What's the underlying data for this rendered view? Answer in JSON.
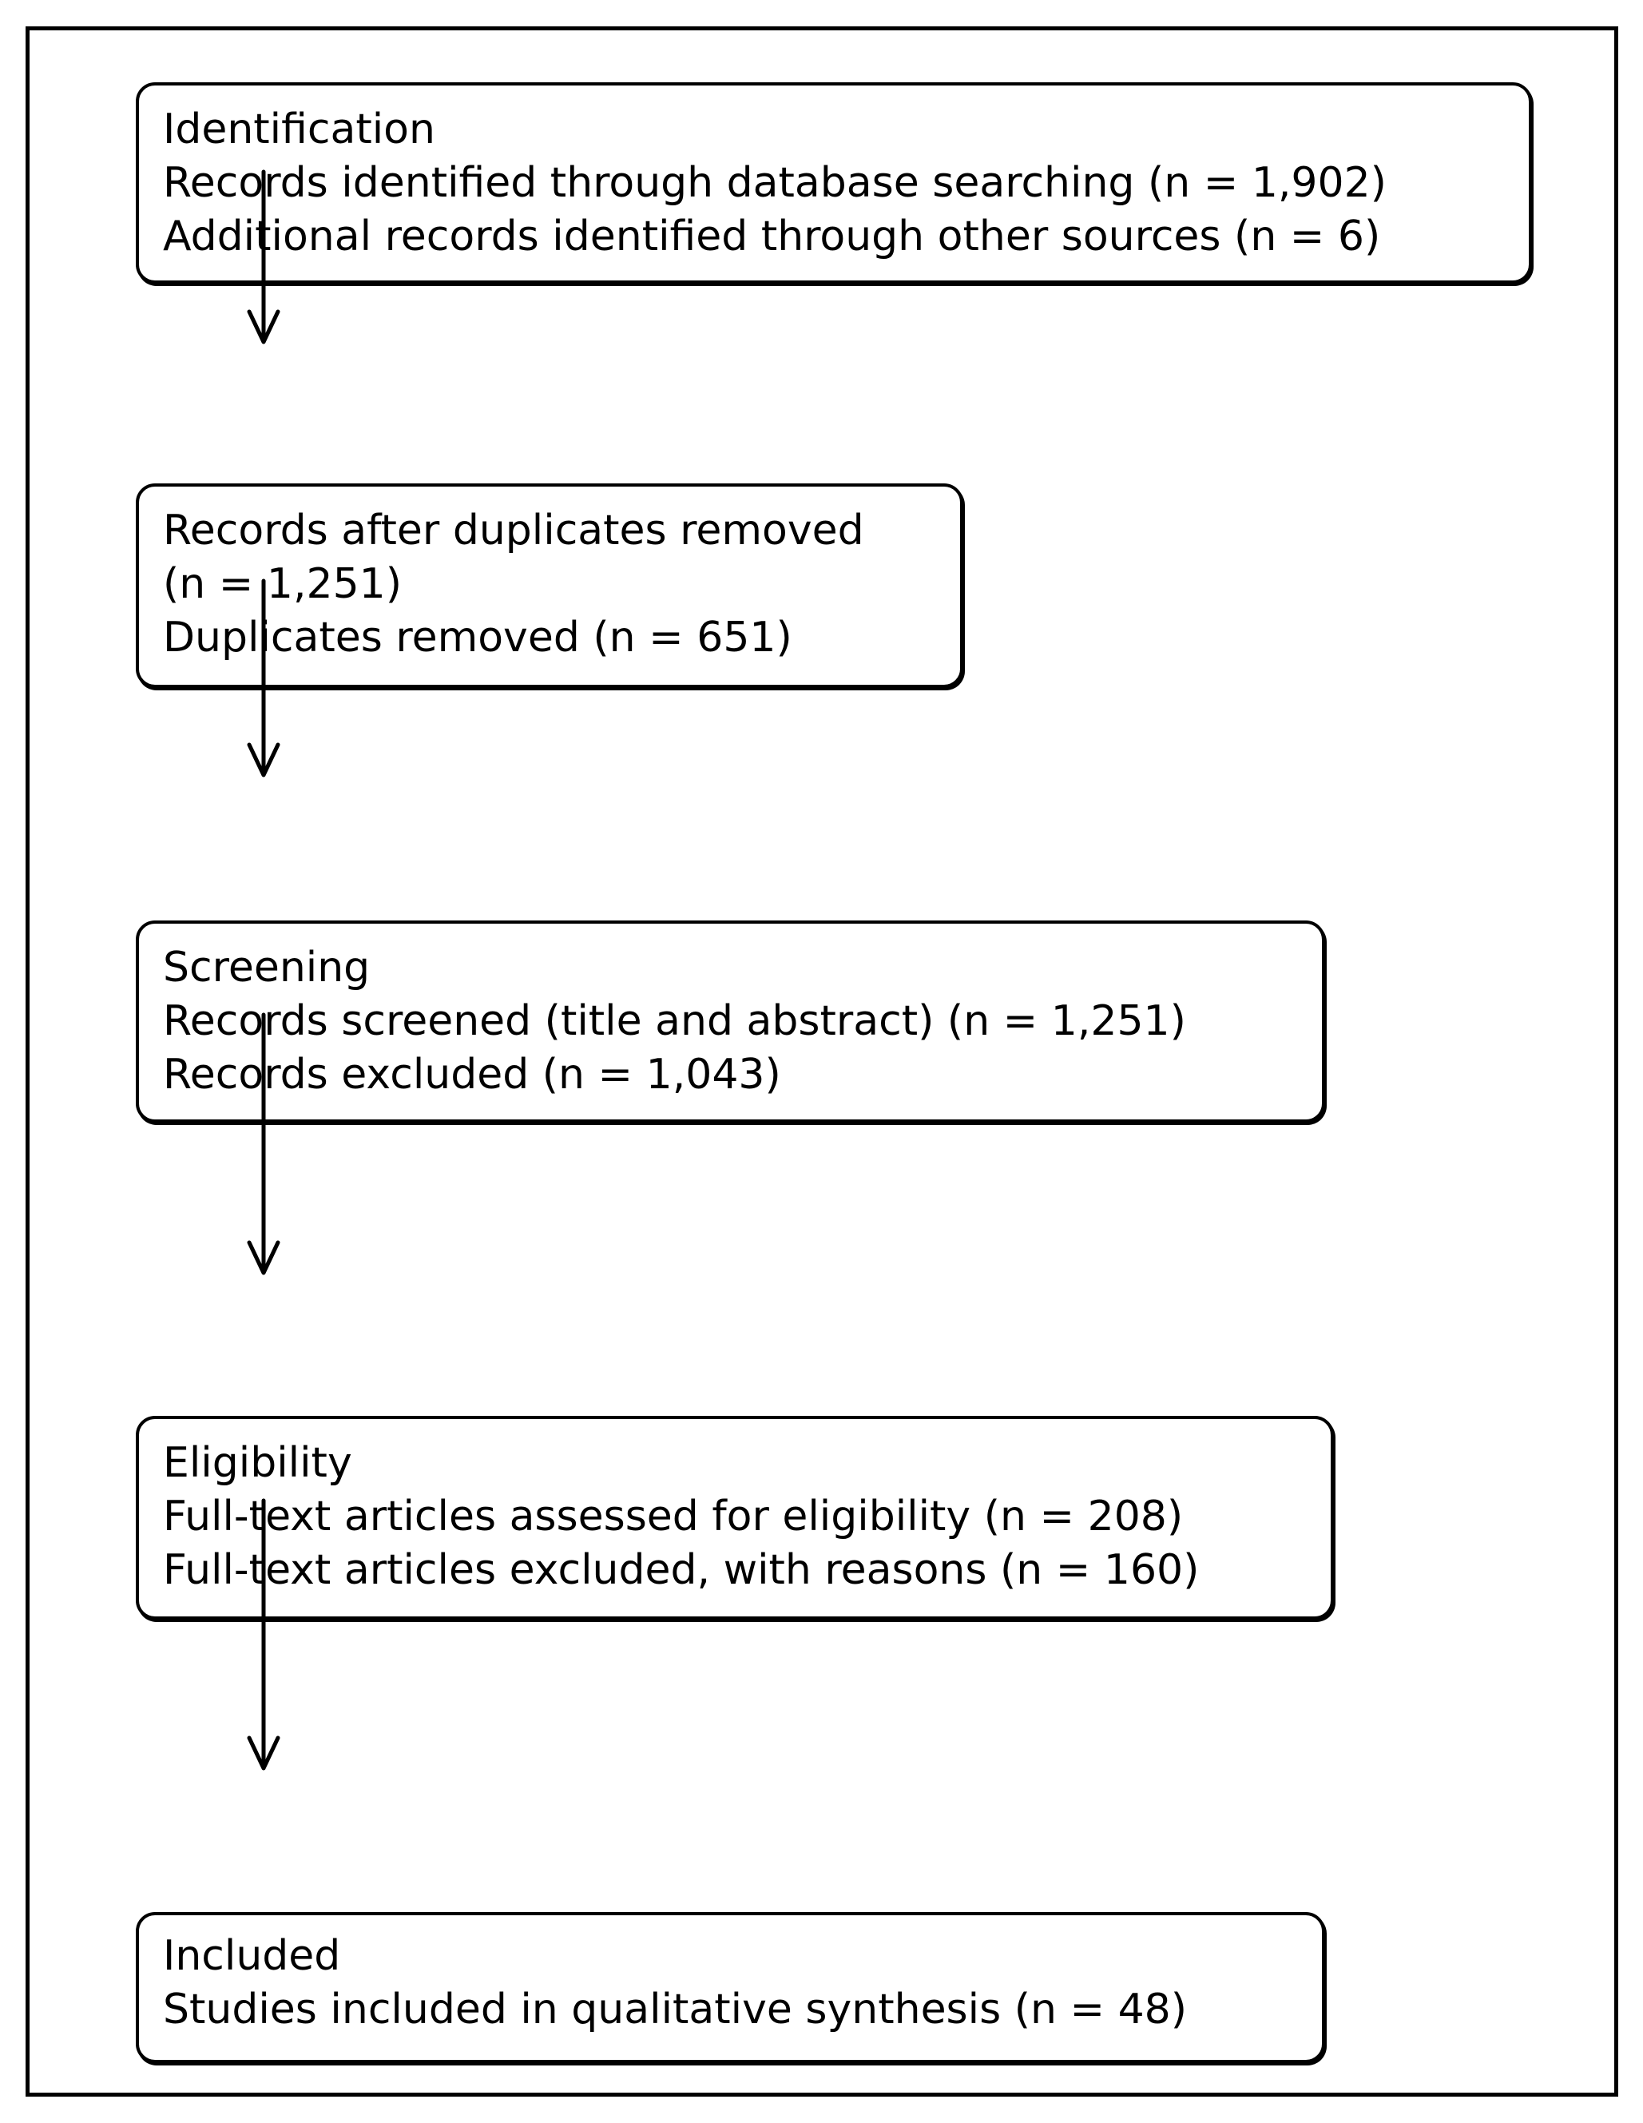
{
  "diagram": {
    "colors": {
      "line": "#000000",
      "background": "#ffffff",
      "text": "#000000"
    },
    "boxes": [
      {
        "id": "identification",
        "lines": [
          "Identification",
          "Records identified through database searching (n = 1,902)",
          "Additional records identified through other sources (n = 6)"
        ]
      },
      {
        "id": "duplicates-removed",
        "lines": [
          "Records after duplicates removed",
          "(n = 1,251)",
          "Duplicates removed (n = 651)"
        ]
      },
      {
        "id": "screening",
        "lines": [
          "Screening",
          "Records screened (title and abstract) (n = 1,251)",
          "Records excluded (n = 1,043)"
        ]
      },
      {
        "id": "eligibility",
        "lines": [
          "Eligibility",
          "Full-text articles assessed for eligibility (n = 208)",
          "Full-text articles excluded, with reasons (n = 160)"
        ]
      },
      {
        "id": "included",
        "lines": [
          "Included",
          "Studies included in qualitative synthesis (n = 48)"
        ]
      }
    ],
    "arrows": [
      {
        "from": "identification",
        "to": "duplicates-removed"
      },
      {
        "from": "duplicates-removed",
        "to": "screening"
      },
      {
        "from": "screening",
        "to": "eligibility"
      },
      {
        "from": "eligibility",
        "to": "included"
      }
    ]
  }
}
